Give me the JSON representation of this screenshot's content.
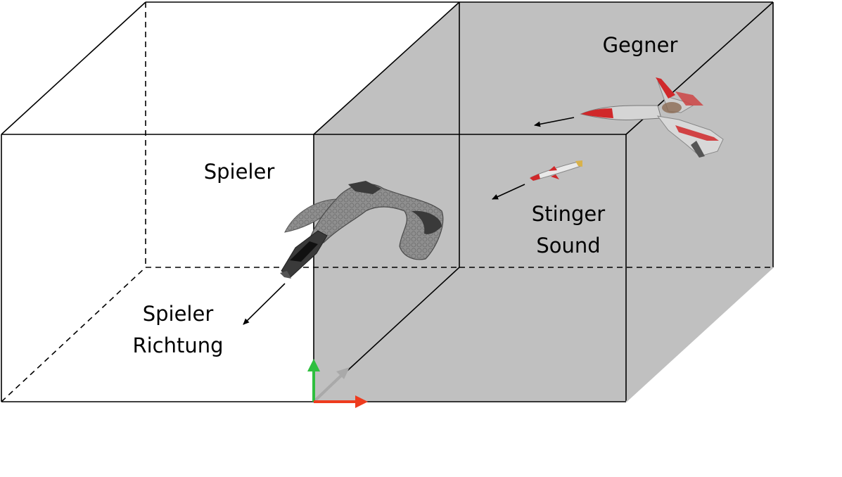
{
  "labels": {
    "player": "Spieler",
    "enemy": "Gegner",
    "stinger_line1": "Stinger",
    "stinger_line2": "Sound",
    "direction_line1": "Spieler",
    "direction_line2": "Richtung"
  },
  "colors": {
    "shaded_box": "#c0c0c0",
    "background": "#ffffff",
    "outline": "#000000",
    "axis_up": "#2fbf3f",
    "axis_right": "#ee3b1e",
    "axis_depth": "#a9a9a9",
    "enemy_accent": "#d0282a",
    "ship_hull": "#8a8a8a"
  },
  "icons": {
    "player": "spaceship-icon",
    "enemy": "fighter-jet-icon",
    "projectile": "missile-icon"
  }
}
